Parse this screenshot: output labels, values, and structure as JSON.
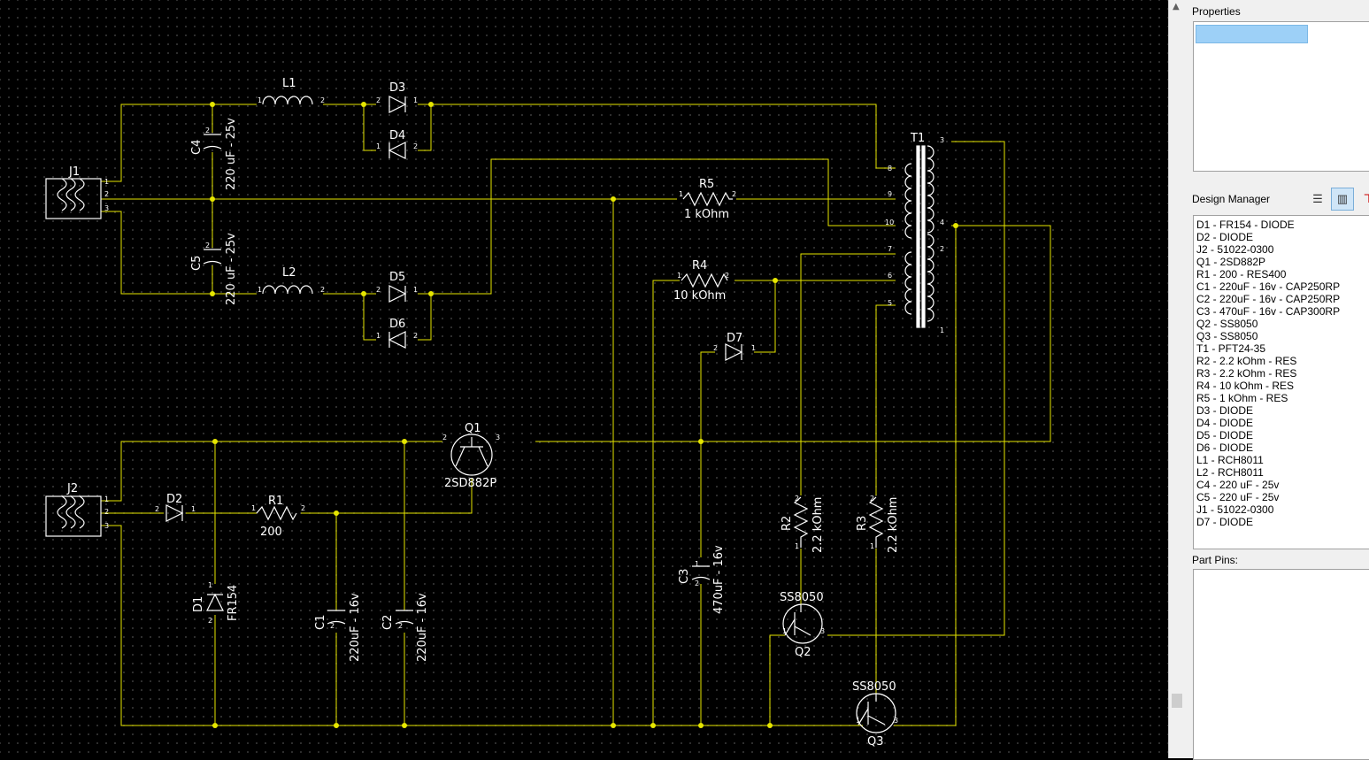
{
  "schematic": {
    "components": {
      "J1": "J1",
      "J2": "J2",
      "L1": "L1",
      "L2": "L2",
      "D1": "D1",
      "D1_value": "FR154",
      "D2": "D2",
      "D3": "D3",
      "D4": "D4",
      "D5": "D5",
      "D6": "D6",
      "D7": "D7",
      "C1": "C1",
      "C1_value": "220uF - 16v",
      "C2": "C2",
      "C2_value": "220uF - 16v",
      "C3": "C3",
      "C3_value": "470uF - 16v",
      "C4": "C4",
      "C4_value": "220 uF - 25v",
      "C5": "C5",
      "C5_value": "220 uF - 25v",
      "R1": "R1",
      "R1_value": "200",
      "R2": "R2",
      "R2_value": "2.2 kOhm",
      "R3": "R3",
      "R3_value": "2.2 kOhm",
      "R4": "R4",
      "R4_value": "10 kOhm",
      "R5": "R5",
      "R5_value": "1 kOhm",
      "Q1": "Q1",
      "Q1_value": "2SD882P",
      "Q2": "Q2",
      "Q2_value": "SS8050",
      "Q3": "Q3",
      "Q3_value": "SS8050",
      "T1": "T1"
    },
    "wire_color": "#e6e600",
    "symbol_color": "#ffffff"
  },
  "properties": {
    "title": "Properties"
  },
  "design_manager": {
    "title": "Design Manager",
    "toolbar": [
      "list-icon",
      "component-icon",
      "net-icon"
    ],
    "items": [
      "D1 - FR154 - DIODE",
      "D2 - DIODE",
      "J2 - 51022-0300",
      "Q1 - 2SD882P",
      "R1 - 200  - RES400",
      "C1 - 220uF - 16v - CAP250RP",
      "C2 - 220uF - 16v - CAP250RP",
      "C3 - 470uF - 16v - CAP300RP",
      "Q2 - SS8050",
      "Q3 - SS8050",
      "T1 - PFT24-35",
      "R2 - 2.2 kOhm - RES",
      "R3 - 2.2 kOhm - RES",
      "R4 - 10 kOhm - RES",
      "R5 - 1 kOhm - RES",
      "D3 - DIODE",
      "D4 - DIODE",
      "D5 - DIODE",
      "D6 - DIODE",
      "L1 - RCH8011",
      "L2 - RCH8011",
      "C4 - 220 uF - 25v",
      "C5 - 220 uF - 25v",
      "J1 - 51022-0300",
      "D7 - DIODE"
    ]
  },
  "part_pins": {
    "title": "Part Pins:"
  }
}
